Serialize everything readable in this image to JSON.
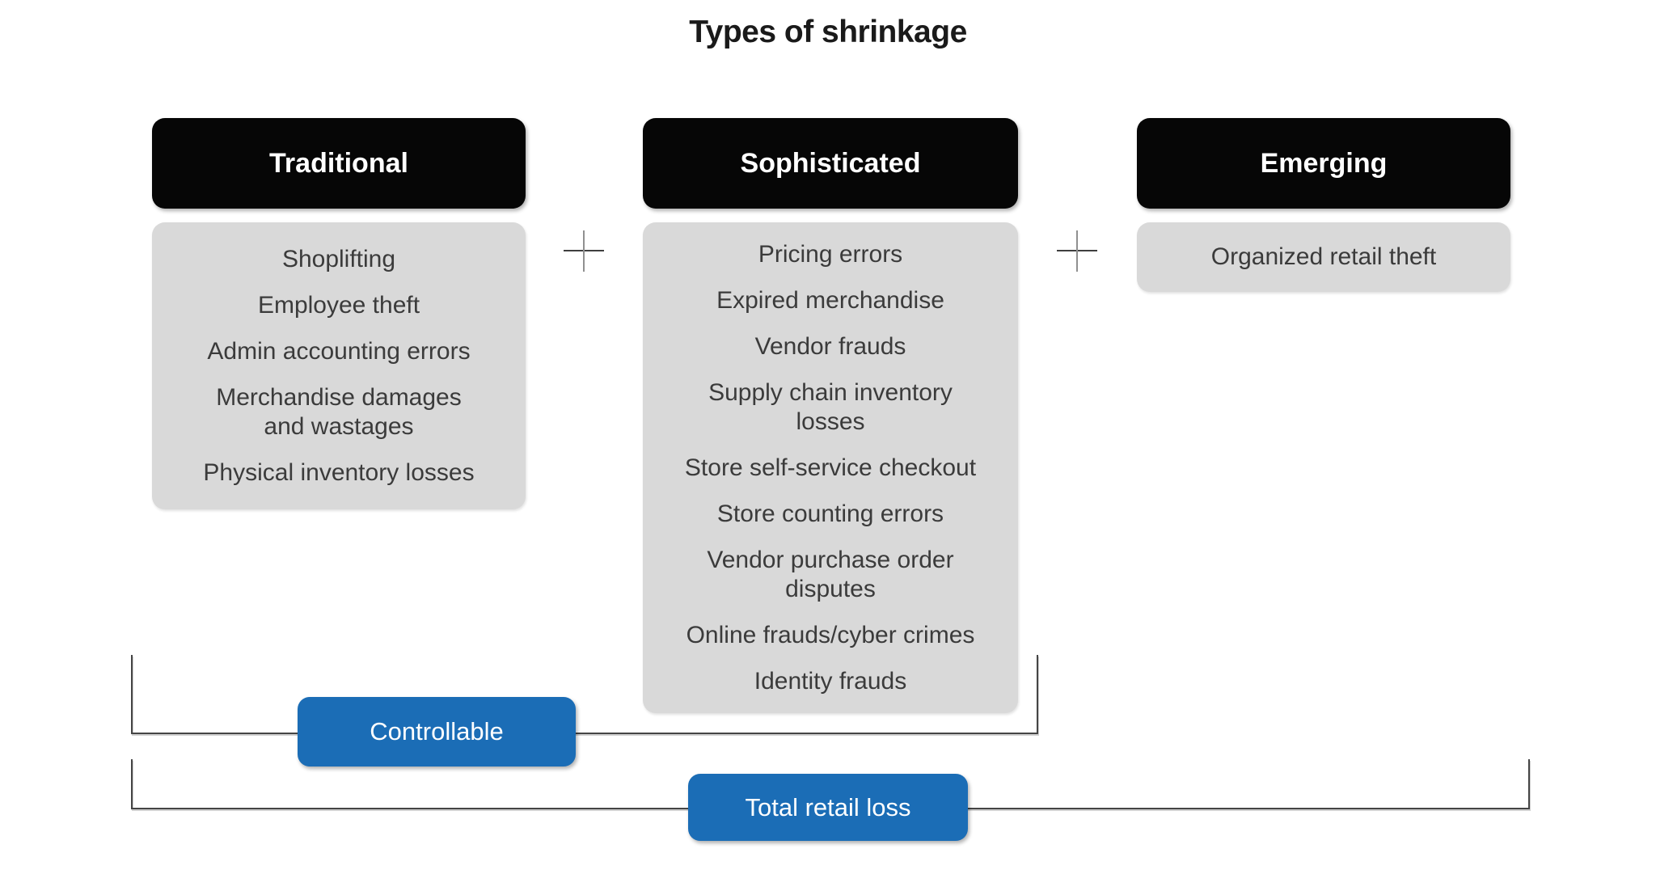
{
  "title": "Types of shrinkage",
  "columns": [
    {
      "header": "Traditional",
      "items": [
        "Shoplifting",
        "Employee theft",
        "Admin accounting errors",
        "Merchandise damages\nand wastages",
        "Physical inventory losses"
      ]
    },
    {
      "header": "Sophisticated",
      "items": [
        "Pricing errors",
        "Expired merchandise",
        "Vendor frauds",
        "Supply chain inventory\nlosses",
        "Store self-service checkout",
        "Store counting errors",
        "Vendor purchase order\ndisputes",
        "Online frauds/cyber crimes",
        "Identity frauds"
      ]
    },
    {
      "header": "Emerging",
      "items": [
        "Organized retail theft"
      ]
    }
  ],
  "operators": {
    "plus_1": "+",
    "plus_2": "+"
  },
  "brackets": [
    {
      "label": "Controllable"
    },
    {
      "label": "Total retail loss"
    }
  ],
  "colors": {
    "header_bg": "#060606",
    "header_text": "#ffffff",
    "body_bg": "#d9d9d9",
    "body_text": "#3b3b3b",
    "accent_blue": "#1b6db6",
    "bracket_line": "#454545"
  }
}
